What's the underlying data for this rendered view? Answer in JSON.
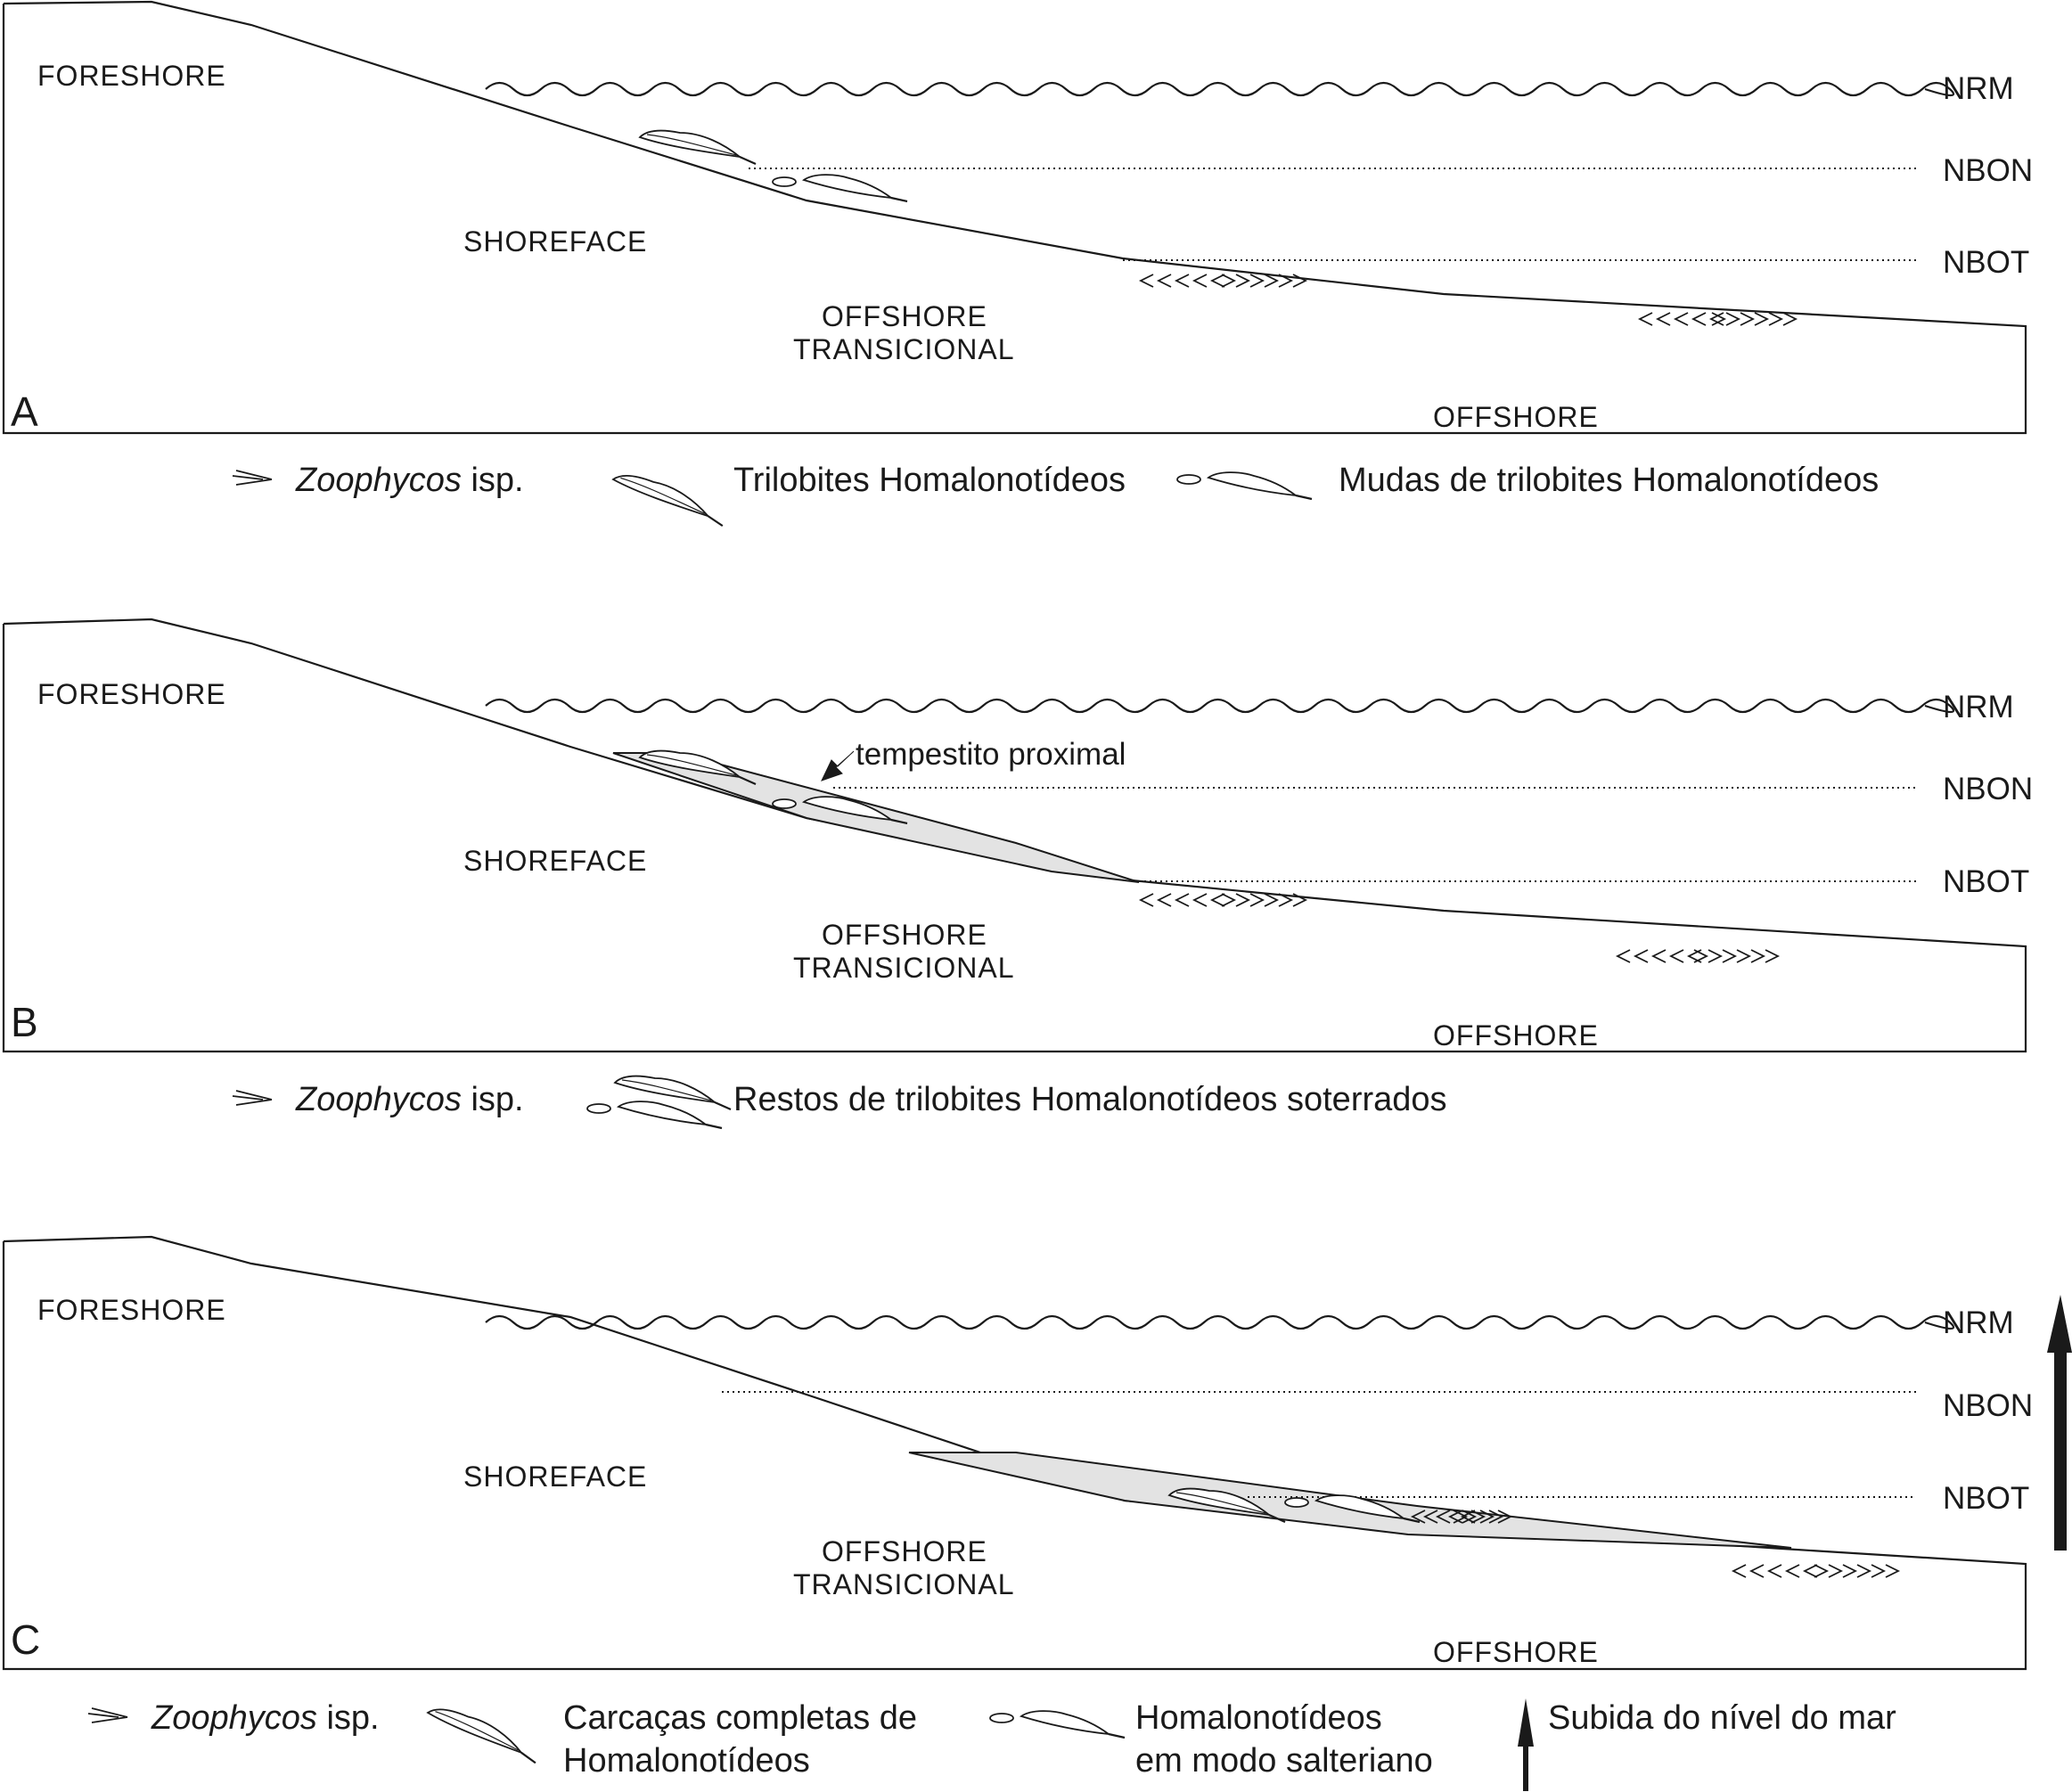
{
  "panels": [
    {
      "id": "A",
      "letter": "A",
      "zones": {
        "foreshore": "FORESHORE",
        "shoreface": "SHOREFACE",
        "offshore_transicional_1": "OFFSHORE",
        "offshore_transicional_2": "TRANSICIONAL",
        "offshore": "OFFSHORE"
      },
      "levels": {
        "nrm": "NRM",
        "nbon": "NBON",
        "nbot": "NBOT"
      }
    },
    {
      "id": "B",
      "letter": "B",
      "zones": {
        "foreshore": "FORESHORE",
        "shoreface": "SHOREFACE",
        "offshore_transicional_1": "OFFSHORE",
        "offshore_transicional_2": "TRANSICIONAL",
        "offshore": "OFFSHORE"
      },
      "levels": {
        "nrm": "NRM",
        "nbon": "NBON",
        "nbot": "NBOT"
      },
      "annotation": "tempestito proximal"
    },
    {
      "id": "C",
      "letter": "C",
      "zones": {
        "foreshore": "FORESHORE",
        "shoreface": "SHOREFACE",
        "offshore_transicional_1": "OFFSHORE",
        "offshore_transicional_2": "TRANSICIONAL",
        "offshore": "OFFSHORE"
      },
      "levels": {
        "nrm": "NRM",
        "nbon": "NBON",
        "nbot": "NBOT"
      }
    }
  ],
  "legend_a": {
    "zoophycos_genus": "Zoophycos",
    "zoophycos_suffix": " isp.",
    "trilobites": "Trilobites Homalonotídeos",
    "mudas": "Mudas de trilobites Homalonotídeos"
  },
  "legend_b": {
    "zoophycos_genus": "Zoophycos",
    "zoophycos_suffix": " isp.",
    "restos": "Restos de trilobites Homalonotídeos soterrados"
  },
  "legend_c": {
    "zoophycos_genus": "Zoophycos",
    "zoophycos_suffix": " isp.",
    "carcacas_1": "Carcaças completas de",
    "carcacas_2": "Homalonotídeos",
    "salteriano_1": "Homalonotídeos",
    "salteriano_2": "em modo salteriano",
    "subida": "Subida do nível do mar"
  },
  "icons": [
    "zoophycos-icon",
    "trilobite-carcass-icon",
    "trilobite-molt-icon",
    "sea-level-rise-arrow-icon"
  ]
}
